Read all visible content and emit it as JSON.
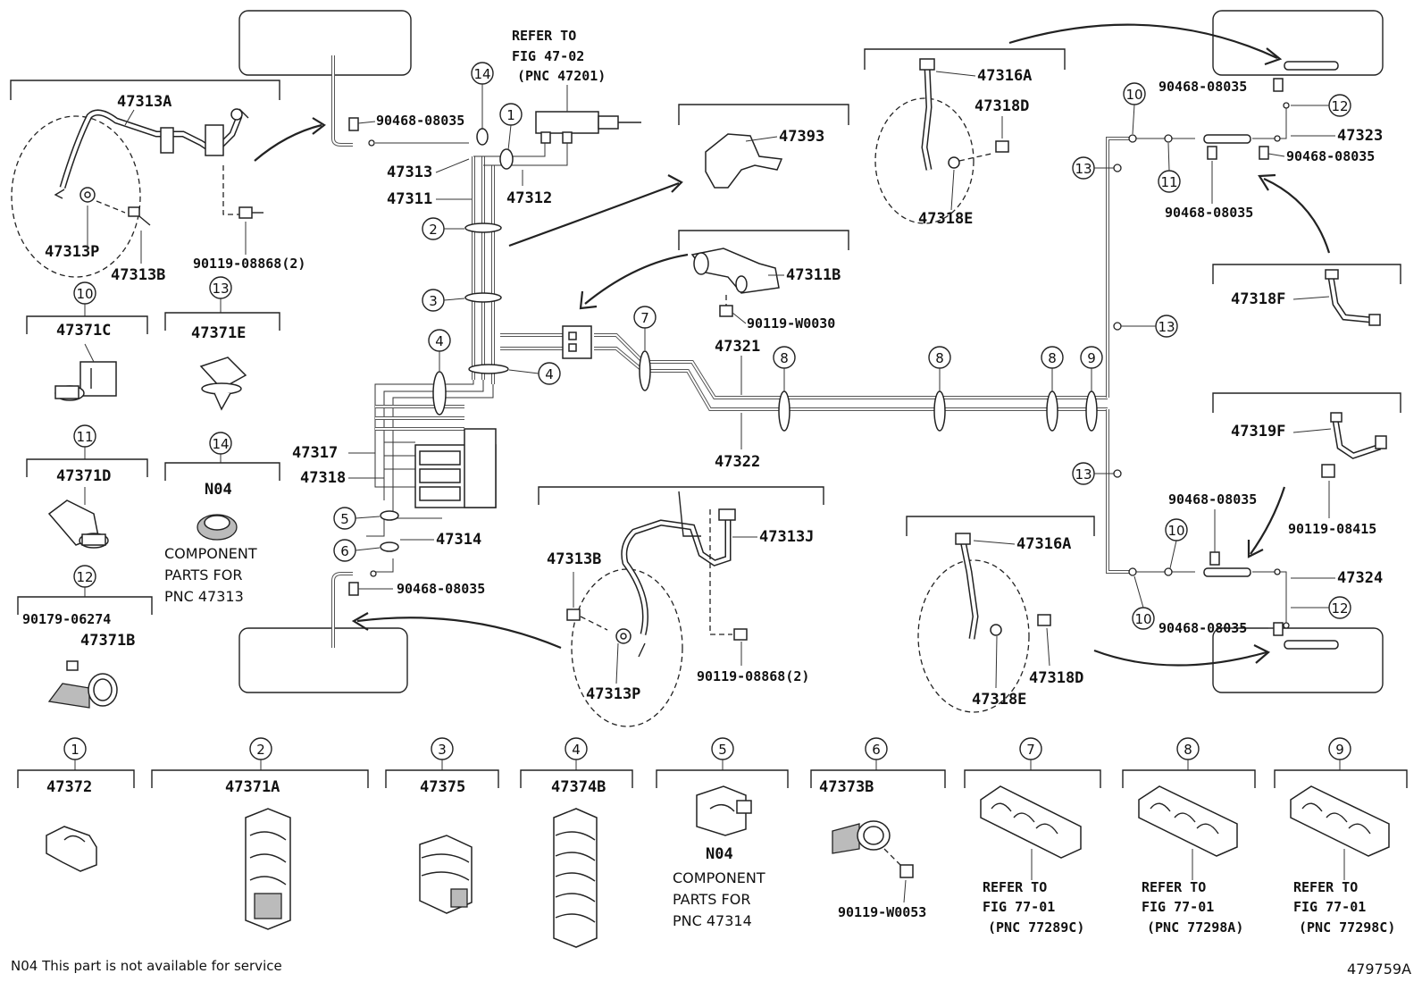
{
  "labels": {
    "p47313A": "47313A",
    "p47313P_l": "47313P",
    "p47313B_l": "47313B",
    "p90119_08868_a": "90119-08868(2)",
    "p47313": "47313",
    "p47311": "47311",
    "p47312": "47312",
    "p90468_08035_a": "90468-08035",
    "refer1": "REFER TO",
    "refer2": "FIG 47-02",
    "refer3": "(PNC 47201)",
    "p47393": "47393",
    "p47311B": "47311B",
    "p90119_W0030": "90119-W0030",
    "p47321": "47321",
    "p47322": "47322",
    "p47317": "47317",
    "p47318": "47318",
    "p47314": "47314",
    "p90468_08035_b": "90468-08035",
    "p47313B_m": "47313B",
    "p47313J": "47313J",
    "p47313P_m": "47313P",
    "p90119_08868_b": "90119-08868(2)",
    "p47316A_t": "47316A",
    "p47318D_t": "47318D",
    "p47318E_t": "47318E",
    "p90468_08035_c": "90468-08035",
    "p47323": "47323",
    "p90468_08035_d": "90468-08035",
    "p90468_08035_e": "90468-08035",
    "p47318F": "47318F",
    "p47319F": "47319F",
    "p90119_08415": "90119-08415",
    "p90468_08035_f": "90468-08035",
    "p47324": "47324",
    "p90468_08035_g": "90468-08035",
    "p47316A_b": "47316A",
    "p47318D_b": "47318D",
    "p47318E_b": "47318E",
    "p47371C": "47371C",
    "p47371E": "47371E",
    "p47371D": "47371D",
    "n04_a": "N04",
    "comp_a1": "COMPONENT",
    "comp_a2": "PARTS FOR",
    "comp_a3": "PNC 47313",
    "p90179_06274": "90179-06274",
    "p47371B": "47371B",
    "p47372": "47372",
    "p47371A": "47371A",
    "p47375": "47375",
    "p47374B": "47374B",
    "n04_b": "N04",
    "comp_b1": "COMPONENT",
    "comp_b2": "PARTS FOR",
    "comp_b3": "PNC 47314",
    "p47373B": "47373B",
    "p90119_W0053": "90119-W0053",
    "ref7_1": "REFER TO",
    "ref7_2": "FIG 77-01",
    "ref7_3": "(PNC 77289C)",
    "ref8_1": "REFER TO",
    "ref8_2": "FIG 77-01",
    "ref8_3": "(PNC 77298A)",
    "ref9_1": "REFER TO",
    "ref9_2": "FIG 77-01",
    "ref9_3": "(PNC 77298C)",
    "footnote": "N04 This part is not available for service",
    "figure_id": "479759A"
  },
  "callouts": {
    "c1": "①",
    "c2": "②",
    "c3": "③",
    "c4": "④",
    "c5": "⑤",
    "c6": "⑥",
    "c7": "⑦",
    "c8": "⑧",
    "c9": "⑨",
    "c10": "⑩",
    "c11": "⑪",
    "c12": "⑫",
    "c13": "⑬",
    "c14": "⑭"
  }
}
